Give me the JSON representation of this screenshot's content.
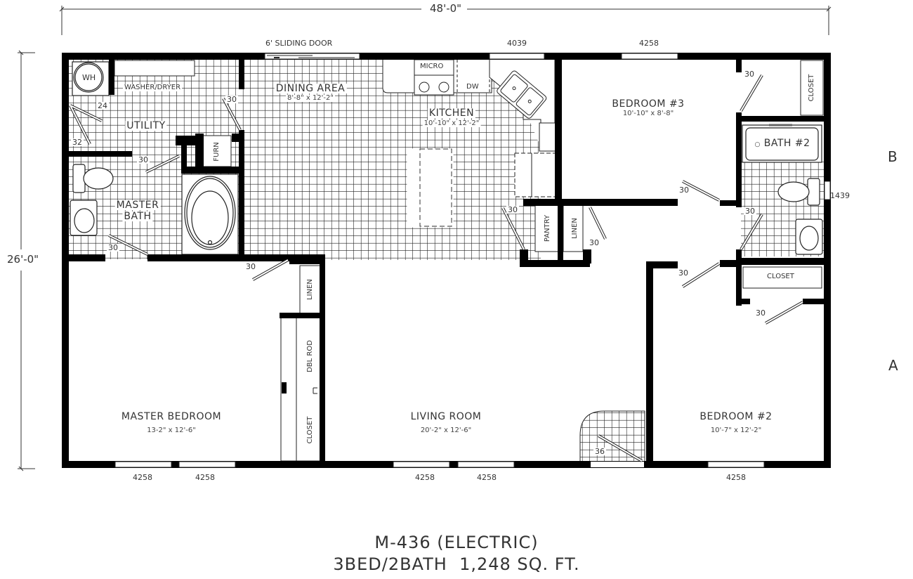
{
  "dimensions": {
    "overall_width": "48'-0\"",
    "overall_depth": "26'-0\""
  },
  "grid_markers": {
    "b": "B",
    "a": "A"
  },
  "openings": {
    "sliding_door": "6' SLIDING DOOR",
    "kitchen_window": "4039",
    "bed3_window": "4258",
    "bath2_window": "1439",
    "master_window_1": "4258",
    "master_window_2": "4258",
    "living_window_1": "4258",
    "living_window_2": "4258",
    "bed2_window": "4258"
  },
  "rooms": {
    "dining": {
      "name": "DINING AREA",
      "size": "8'-8\" x 12'-2\""
    },
    "kitchen": {
      "name": "KITCHEN",
      "size": "10'-10\" x 12'-2\""
    },
    "bedroom3": {
      "name": "BEDROOM #3",
      "size": "10'-10\" x 8'-8\""
    },
    "bath2": {
      "name": "BATH #2"
    },
    "utility": {
      "name": "UTILITY"
    },
    "master_bath": {
      "name_line1": "MASTER",
      "name_line2": "BATH"
    },
    "master_bedroom": {
      "name": "MASTER BEDROOM",
      "size": "13-2\" x 12'-6\""
    },
    "living": {
      "name": "LIVING ROOM",
      "size": "20'-2\" x 12'-6\""
    },
    "bedroom2": {
      "name": "BEDROOM #2",
      "size": "10'-7\" x 12'-2\""
    }
  },
  "fixtures": {
    "water_heater": "WH",
    "washer_dryer": "WASHER/DRYER",
    "furnace": "FURN",
    "microwave": "MICRO",
    "dishwasher": "DW",
    "pantry": "PANTRY",
    "linen_hall": "LINEN",
    "linen_master": "LINEN",
    "dbl_rod": "DBL ROD",
    "closet_master": "CLOSET",
    "closet_bed3": "CLOSET",
    "closet_bed2": "CLOSET"
  },
  "doors": {
    "util_24": "24",
    "util_32": "32",
    "util_30": "30",
    "mbath_30a": "30",
    "mbath_30b": "30",
    "mbed_30": "30",
    "pantry_30": "30",
    "linen_30": "30",
    "bed3_closet_30": "30",
    "bed3_30": "30",
    "bath2_30": "30",
    "bed2_30": "30",
    "bed2_closet_30": "30",
    "entry_36": "36"
  },
  "title": {
    "model": "M-436 (ELECTRIC)",
    "summary": "3BED/2BATH  1,248 SQ. FT."
  }
}
